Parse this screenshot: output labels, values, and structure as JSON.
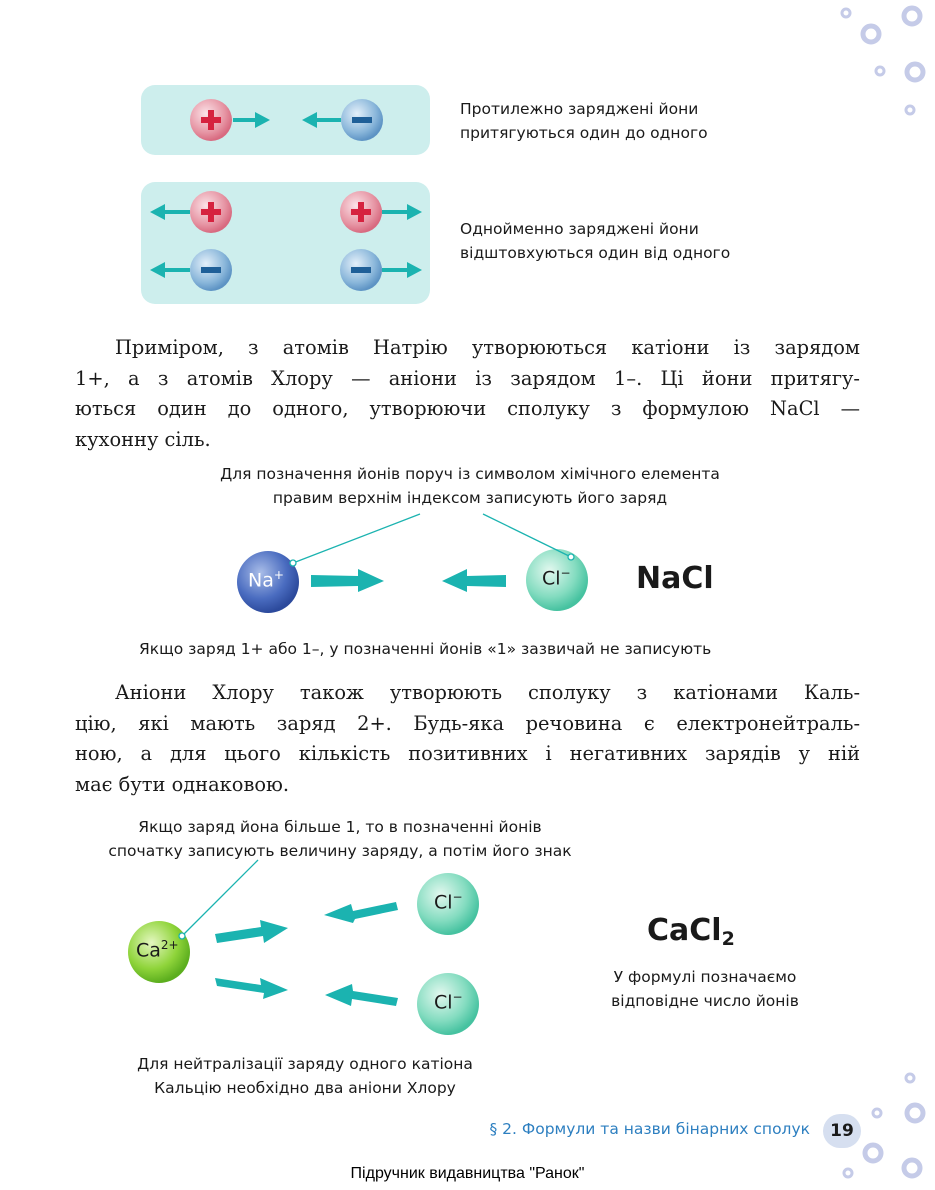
{
  "diagram_top": {
    "attract_caption": [
      "Протилежно заряджені йони",
      "притягуються один до одного"
    ],
    "repel_caption": [
      "Однойменно заряджені йони",
      "відштовхуються один від одного"
    ],
    "plus_sign": "+",
    "minus_sign": "−"
  },
  "paragraph1": [
    "Приміром, з атомів Натрію утворюються катіони із зарядом",
    "1+, а з атомів Хлору — аніони із зарядом 1–. Ці йони притягу-",
    "ються один до одного, утворюючи сполуку з формулою NaCl —",
    "кухонну сіль."
  ],
  "nacl": {
    "note": [
      "Для позначення йонів поруч із символом хімічного елемента",
      "правим верхнім індексом записують його заряд"
    ],
    "cation_symbol": "Na",
    "cation_charge": "+",
    "anion_symbol": "Cl",
    "anion_charge": "−",
    "formula": "NaCl",
    "bottom_note": "Якщо заряд 1+ або 1–, у позначенні йонів «1» зазвичай не записують"
  },
  "paragraph2": [
    "Аніони Хлору також утворюють сполуку з катіонами Каль-",
    "цію, які мають заряд 2+. Будь-яка речовина є електронейтраль-",
    "ною, а для цього кількість позитивних і негативних зарядів у ній",
    "має бути однаковою."
  ],
  "cacl2": {
    "note": [
      "Якщо заряд йона більше 1, то в позначенні йонів",
      "спочатку записують величину заряду, а потім його знак"
    ],
    "cation_symbol": "Ca",
    "cation_charge": "2+",
    "anion_symbol": "Cl",
    "anion_charge": "−",
    "formula_main": "CaCl",
    "formula_sub": "2",
    "formula_note": [
      "У формулі позначаємо",
      "відповідне число йонів"
    ],
    "bottom_note": [
      "Для нейтралізації заряду одного катіона",
      "Кальцію необхідно два аніони Хлору"
    ]
  },
  "footer": {
    "section_title": "§ 2. Формули та назви бінарних сполук",
    "page_number": "19",
    "publisher": "Підручник видавництва \"Ранок\""
  },
  "colors": {
    "panel": "#cdeeed",
    "arrow": "#1bb3b0",
    "plus_ion": "#e07a8c",
    "minus_ion": "#4f8fc0",
    "na_ion": "#3a5fb0",
    "cl_ion": "#5fd0b0",
    "ca_ion": "#6cc02a",
    "decor_dot": "#c5cbe8"
  }
}
